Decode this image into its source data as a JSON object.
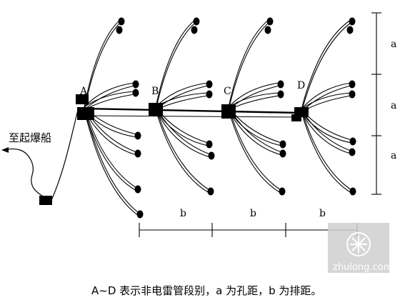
{
  "diagram": {
    "node_labels": [
      "A",
      "B",
      "C",
      "D"
    ],
    "spacing_labels": {
      "hole_spacing": "a",
      "row_spacing": "b"
    },
    "origin_label": "至起爆船",
    "caption": "A~D 表示非电雷管段别，a 为孔距，b 为排距。",
    "watermark_text": "zhulong.com",
    "colors": {
      "line": "#000000",
      "background": "#ffffff",
      "watermark": "#c8c8c8"
    }
  }
}
